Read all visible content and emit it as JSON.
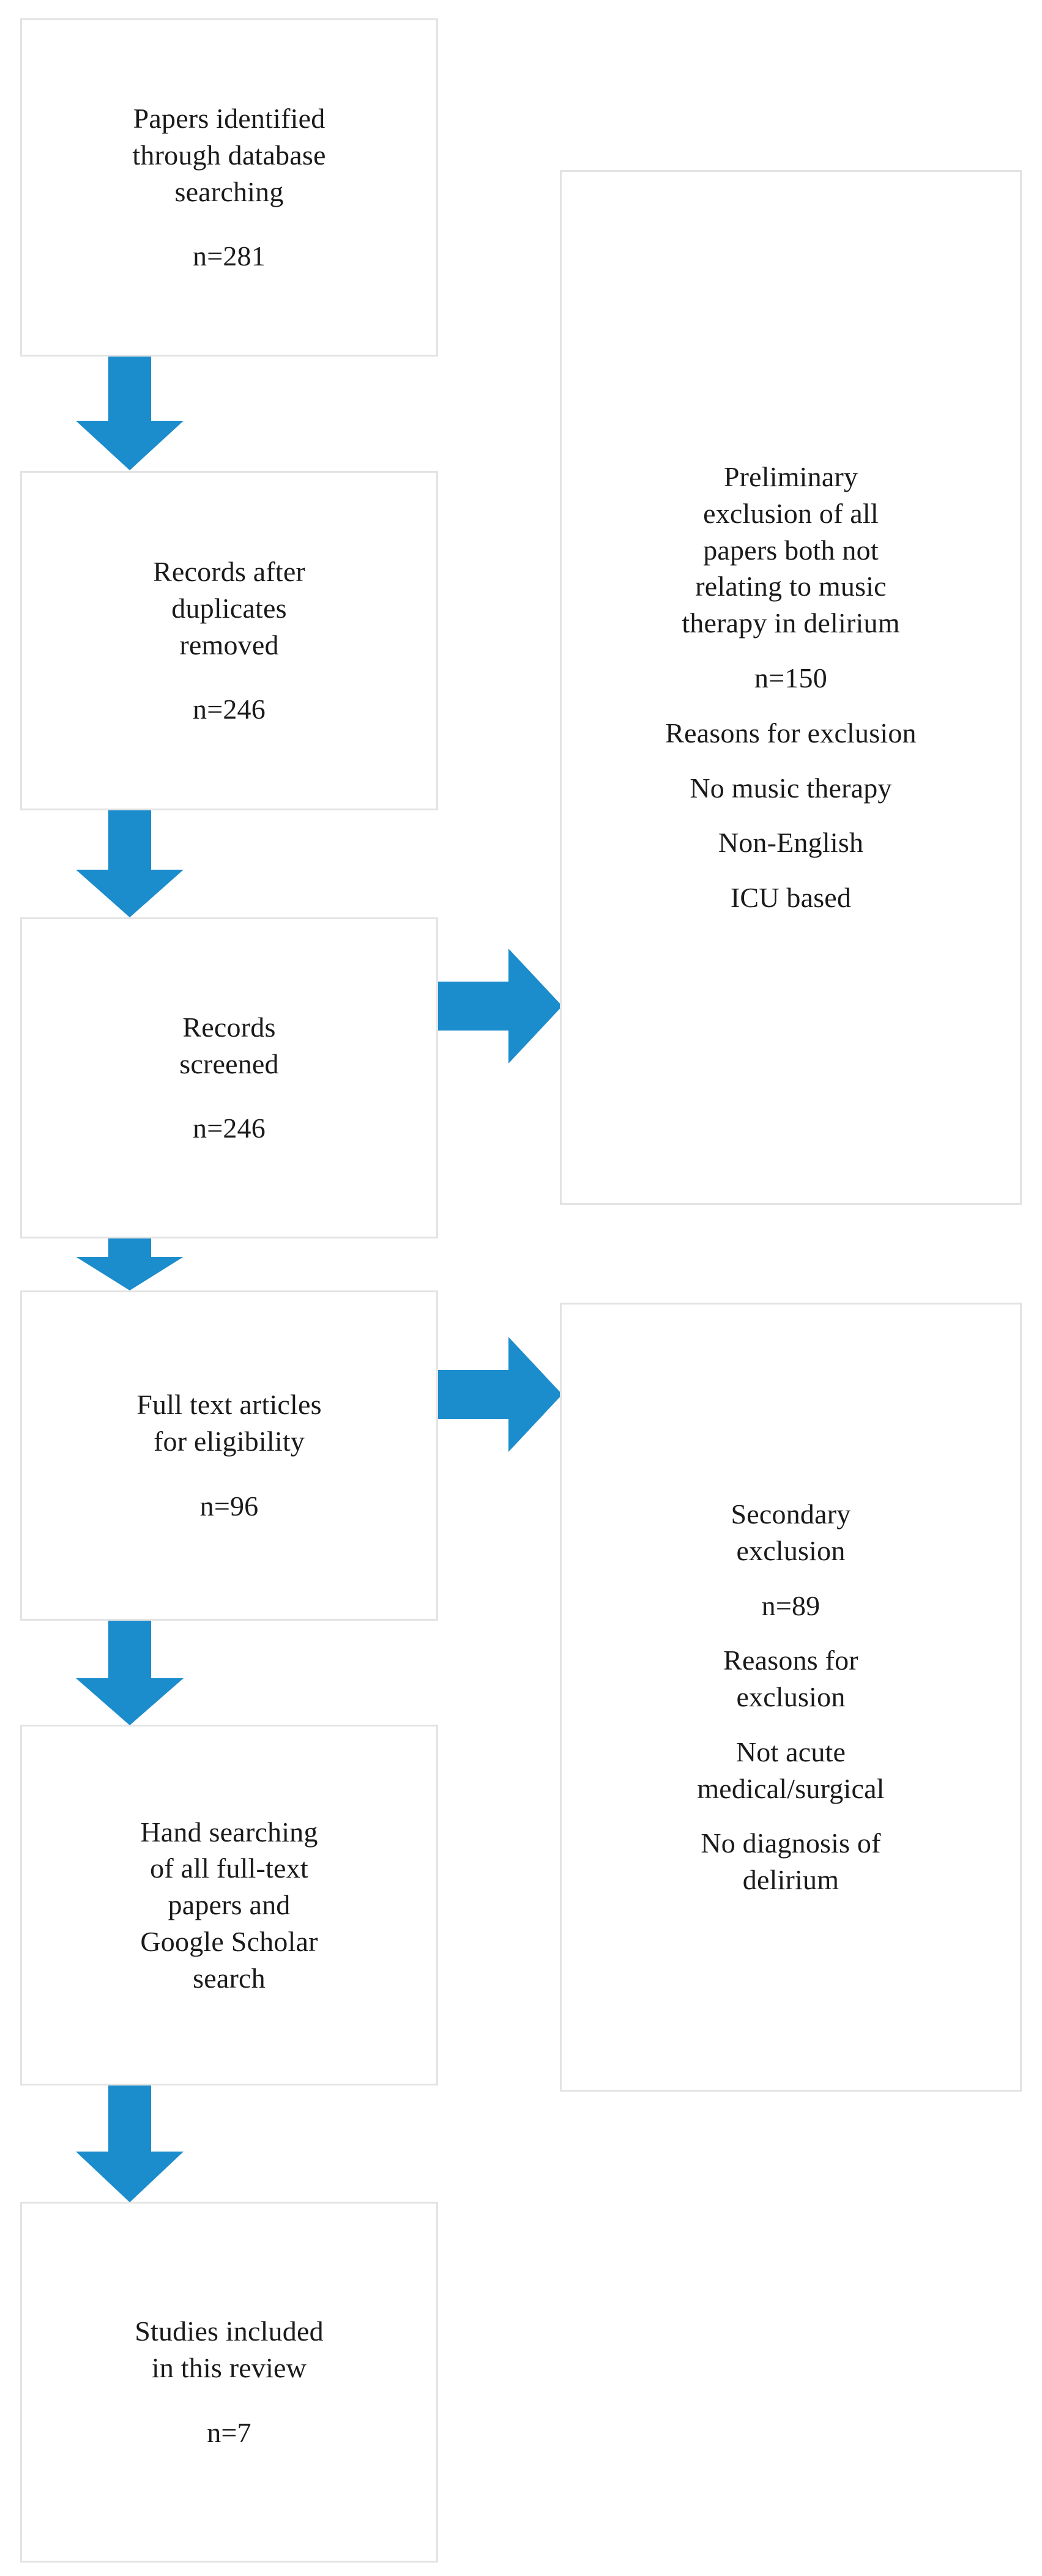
{
  "theme": {
    "arrow_color": "#1b8ccc",
    "box_border_color": "#e3e3e3",
    "text_color": "#1a1a1a",
    "background": "#ffffff"
  },
  "diagram": {
    "type": "prisma-flow-diagram",
    "identification": {
      "title_line1": "Papers identified",
      "title_line2": "through database",
      "title_line3": "searching",
      "count": "n=281"
    },
    "duplicates": {
      "title_line1": "Records after",
      "title_line2": "duplicates",
      "title_line3": "removed",
      "count": "n=246"
    },
    "screened": {
      "title_line1": "Records",
      "title_line2": "screened",
      "count": "n=246"
    },
    "eligibility": {
      "title_line1": "Full text articles",
      "title_line2": "for eligibility",
      "count": "n=96"
    },
    "handsearch": {
      "title_line1": "Hand searching",
      "title_line2": "of all full-text",
      "title_line3": "papers and",
      "title_line4": "Google Scholar",
      "title_line5": "search"
    },
    "included": {
      "title_line1": "Studies included",
      "title_line2": "in this review",
      "count": "n=7"
    },
    "preliminary_exclusion": {
      "title_line1": "Preliminary",
      "title_line2": "exclusion of all",
      "title_line3": "papers both not",
      "title_line4": "relating to music",
      "title_line5": "therapy in delirium",
      "count": "n=150",
      "reasons_header": "Reasons for exclusion",
      "reason_1": "No music therapy",
      "reason_2": "Non-English",
      "reason_3": "ICU based"
    },
    "secondary_exclusion": {
      "title_line1": "Secondary",
      "title_line2": "exclusion",
      "count": "n=89",
      "reasons_header_line1": "Reasons for",
      "reasons_header_line2": "exclusion",
      "reason_1_line1": "Not acute",
      "reason_1_line2": "medical/surgical",
      "reason_2_line1": "No diagnosis of",
      "reason_2_line2": "delirium"
    }
  }
}
